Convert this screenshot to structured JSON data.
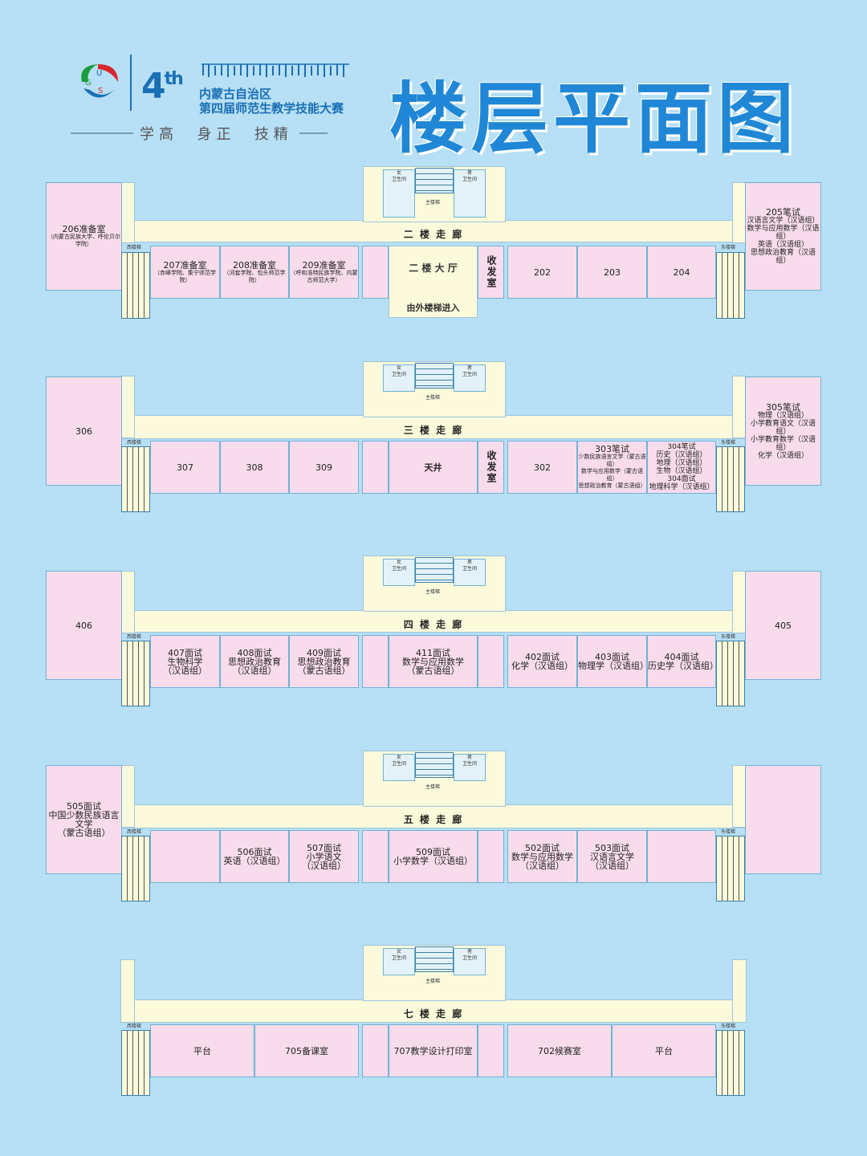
{
  "header": {
    "logo_letters": [
      "G",
      "U",
      "S"
    ],
    "edition": "4",
    "edition_suffix": "th",
    "region": "内蒙古自治区",
    "event": "第四届师范生教学技能大赛",
    "motto": "学高  身正  技精",
    "title": "楼层平面图",
    "colors": {
      "title": "#1f87d6",
      "brand": "#1a6fb5"
    }
  },
  "common": {
    "west_stair": "西楼梯",
    "east_stair": "东楼梯",
    "main_stair": "主楼梯",
    "female_wc": [
      "女",
      "卫生间"
    ],
    "male_wc": [
      "男",
      "卫生间"
    ]
  },
  "floor2": {
    "corridor": "二 楼 走 廊",
    "left_big": {
      "name": "206准备室",
      "note": "（内蒙古民族大学、呼伦贝尔学院）"
    },
    "rooms_left": [
      {
        "name": "207准备室",
        "note": "（赤峰学院、集宁师范学院）"
      },
      {
        "name": "208准备室",
        "note": "（河套学院、包头师范学院）"
      },
      {
        "name": "209准备室",
        "note": "（呼和浩特民族学院、内蒙古师范大学）"
      }
    ],
    "hall": "二 楼 大 厅",
    "entrance": "由外楼梯进入",
    "mailroom": "收发室",
    "rooms_right": [
      "202",
      "203",
      "204"
    ],
    "right_big": {
      "name": "205笔试",
      "lines": [
        "汉语言文学（汉语组）",
        "数学与应用数学（汉语组）",
        "英语（汉语组）",
        "思想政治教育（汉语组）"
      ]
    }
  },
  "floor3": {
    "corridor": "三 楼 走 廊",
    "left_big": "306",
    "rooms_left": [
      "307",
      "308",
      "309"
    ],
    "courtyard": "天井",
    "mailroom": "收发室",
    "room_302": "302",
    "room_303": {
      "name": "303笔试",
      "lines": [
        "少数民族语言文学（蒙古语组）",
        "数学与应用数学（蒙古语组）",
        "思想政治教育（蒙古语组）"
      ]
    },
    "room_304": {
      "lines": [
        "304笔试",
        "历史（汉语组）",
        "地理（汉语组）",
        "生物（汉语组）",
        "304面试",
        "地理科学（汉语组）"
      ]
    },
    "right_big": {
      "name": "305笔试",
      "lines": [
        "物理（汉语组）",
        "小学教育语文（汉语组）",
        "小学教育数学（汉语组）",
        "化学（汉语组）"
      ]
    }
  },
  "floor4": {
    "corridor": "四 楼 走 廊",
    "left_big": "406",
    "right_big": "405",
    "rooms_left": [
      {
        "name": "407面试",
        "lines": [
          "生物科学",
          "（汉语组）"
        ]
      },
      {
        "name": "408面试",
        "lines": [
          "思想政治教育",
          "（汉语组）"
        ]
      },
      {
        "name": "409面试",
        "lines": [
          "思想政治教育",
          "（蒙古语组）"
        ]
      }
    ],
    "center": {
      "name": "411面试",
      "lines": [
        "数学与应用数学",
        "（蒙古语组）"
      ]
    },
    "rooms_right": [
      {
        "name": "402面试",
        "lines": [
          "化学（汉语组）"
        ]
      },
      {
        "name": "403面试",
        "lines": [
          "物理学（汉语组）"
        ]
      },
      {
        "name": "404面试",
        "lines": [
          "历史学（汉语组）"
        ]
      }
    ]
  },
  "floor5": {
    "corridor": "五 楼 走 廊",
    "left_big": {
      "name": "505面试",
      "lines": [
        "中国少数民族语言文学",
        "（蒙古语组）"
      ]
    },
    "rooms_left": [
      {
        "name": "506面试",
        "lines": [
          "英语（汉语组）"
        ]
      },
      {
        "name": "507面试",
        "lines": [
          "小学语文",
          "（汉语组）"
        ]
      }
    ],
    "center": {
      "name": "509面试",
      "lines": [
        "小学数学（汉语组）"
      ]
    },
    "rooms_right": [
      {
        "name": "502面试",
        "lines": [
          "数学与应用数学",
          "（汉语组）"
        ]
      },
      {
        "name": "503面试",
        "lines": [
          "汉语言文学",
          "（汉语组）"
        ]
      }
    ]
  },
  "floor7": {
    "corridor": "七 楼 走 廊",
    "rooms": [
      "平台",
      "705备课室",
      "707教学设计打印室",
      "702候赛室",
      "平台"
    ]
  }
}
